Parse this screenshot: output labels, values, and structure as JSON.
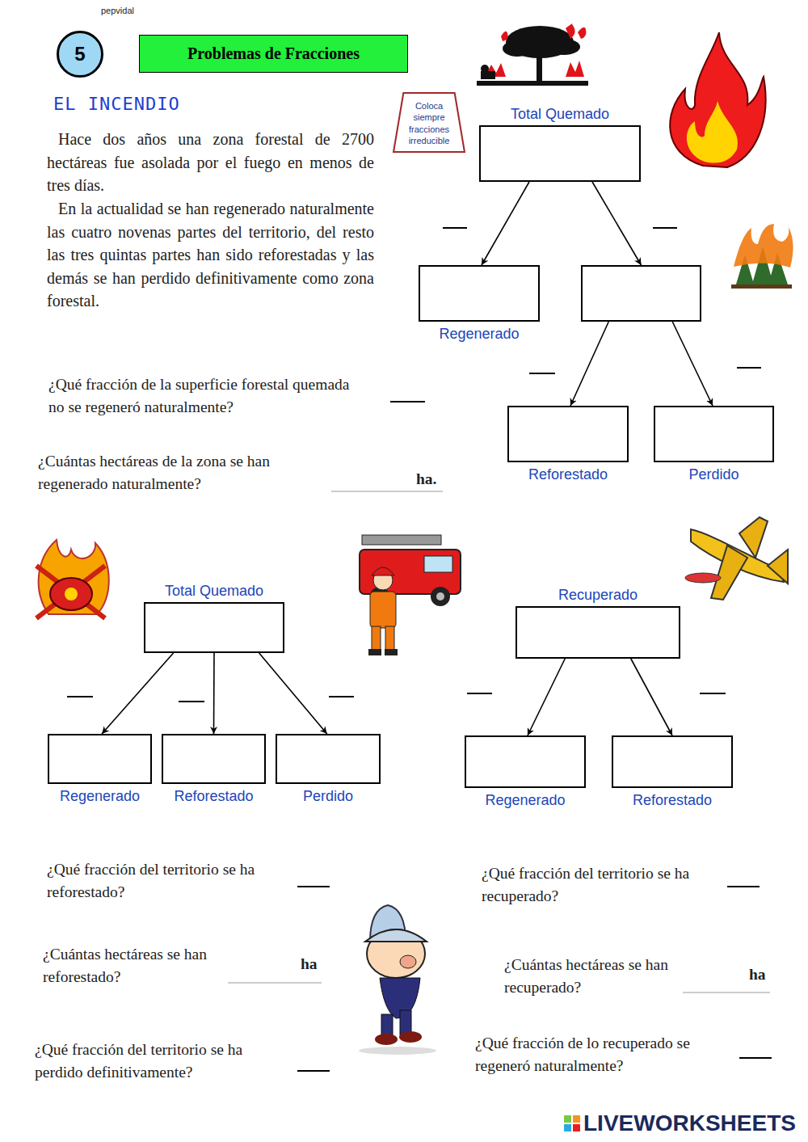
{
  "diagram": {
    "title": "EL INCENDIO",
    "nodes": [
      {
        "text": [
          "5"
        ]
      },
      {
        "text": [
          "Problemas de Fracciones"
        ]
      },
      {
        "text": [
          "Coloca siempre fracciones irreducible"
        ]
      },
      {
        "text": [
          "Total Quemado"
        ]
      },
      {
        "text": [
          "Regenerado"
        ]
      },
      {
        "text": []
      },
      {
        "text": [
          "Reforestado"
        ]
      },
      {
        "text": [
          "Perdido"
        ]
      },
      {
        "text": [
          "Total Quemado"
        ]
      },
      {
        "text": [
          "Regenerado"
        ]
      },
      {
        "text": [
          "Reforestado"
        ]
      },
      {
        "text": [
          "Perdido"
        ]
      },
      {
        "text": [
          "Recuperado"
        ]
      },
      {
        "text": [
          "Regenerado"
        ]
      },
      {
        "text": [
          "Reforestado"
        ]
      }
    ],
    "edges": [
      {
        "from": 3,
        "to": 4,
        "arrow": "to"
      },
      {
        "from": 3,
        "to": 5,
        "arrow": "to"
      },
      {
        "from": 5,
        "to": 6,
        "arrow": "to"
      },
      {
        "from": 5,
        "to": 7,
        "arrow": "to"
      },
      {
        "from": 8,
        "to": 9,
        "arrow": "to"
      },
      {
        "from": 8,
        "to": 10,
        "arrow": "to"
      },
      {
        "from": 8,
        "to": 11,
        "arrow": "to"
      },
      {
        "from": 12,
        "to": 13,
        "arrow": "to"
      },
      {
        "from": 12,
        "to": 14,
        "arrow": "to"
      }
    ],
    "labels": [
      "pepvidal",
      "Hace dos años una zona forestal de 2700 hectáreas fue asolada por el fuego en menos de tres días.",
      "En la actualidad se han regenerado naturalmente las cuatro novenas partes del territorio, del resto las tres quintas partes han sido reforestadas y las demás se han perdido definitivamente como zona forestal.",
      "¿Qué fracción de la superficie forestal quemada no se regeneró naturalmente?",
      "¿Cuántas hectáreas de la zona se han regenerado naturalmente?",
      "ha.",
      "¿Qué fracción del territorio se ha reforestado?",
      "¿Cuántas hectáreas se han reforestado?",
      "ha",
      "¿Qué fracción del territorio se ha perdido definitivamente?",
      "¿Qué fracción del territorio se ha recuperado?",
      "¿Cuántas hectáreas se han recuperado?",
      "ha",
      "¿Qué fracción de lo recuperado se regeneró naturalmente?",
      "LIVEWORKSHEETS"
    ]
  }
}
